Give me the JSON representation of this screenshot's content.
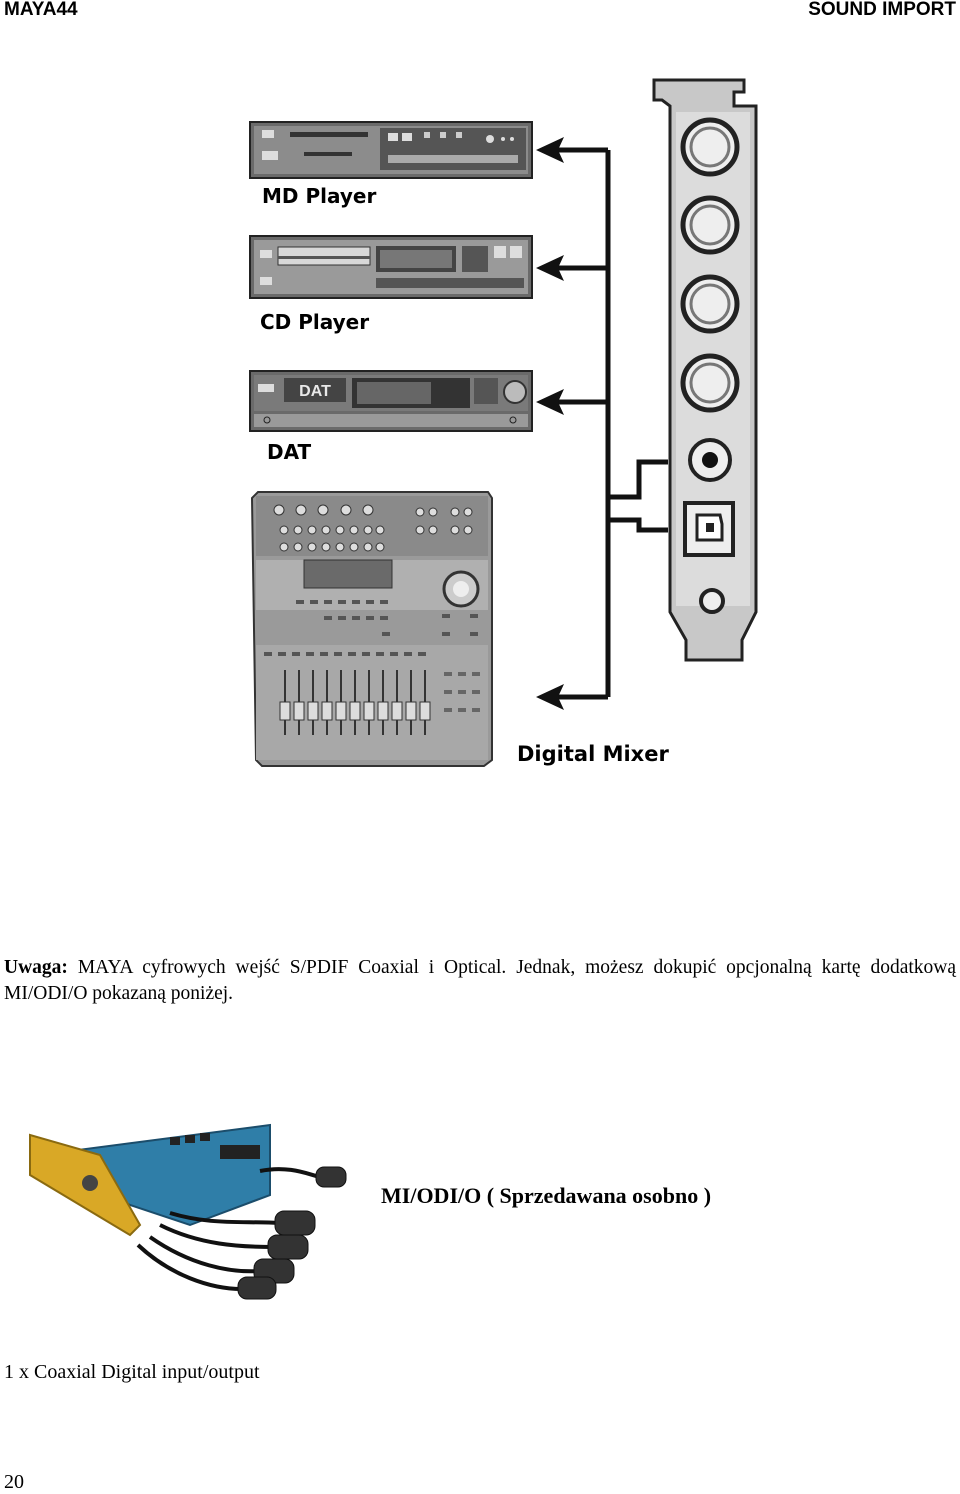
{
  "header": {
    "left": "MAYA44",
    "right": "SOUND IMPORT"
  },
  "diagram": {
    "devices": [
      {
        "label": "MD Player"
      },
      {
        "label": "CD Player"
      },
      {
        "label": "DAT",
        "panel_label": "DAT"
      },
      {
        "label": "Digital Mixer"
      }
    ]
  },
  "note": {
    "lead": "Uwaga:",
    "text": "MAYA cyfrowych wejść S/PDIF Coaxial i Optical. Jednak, możesz dokupić opcjonalną kartę dodatkową MI/ODI/O pokazaną poniżej."
  },
  "board": {
    "caption": "MI/ODI/O ( Sprzedawana osobno )"
  },
  "io_line": "1 x Coaxial Digital input/output",
  "page_number": "20"
}
